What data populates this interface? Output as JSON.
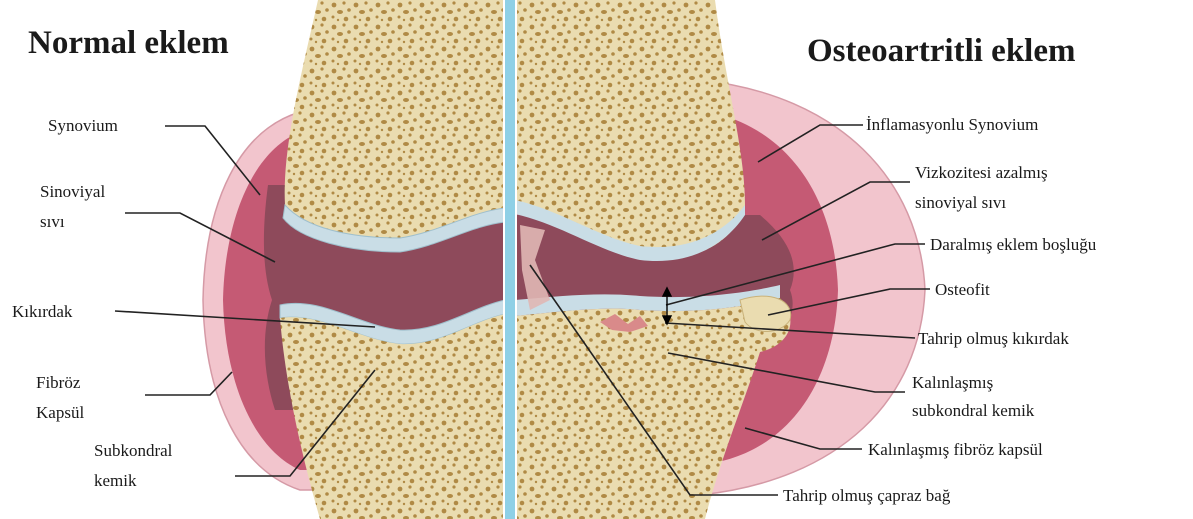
{
  "titles": {
    "left": "Normal eklem",
    "right": "Osteoartritli eklem"
  },
  "labels_left": {
    "synovium": "Synovium",
    "fluid_1": "Sinoviyal",
    "fluid_2": "sıvı",
    "cartilage": "Kıkırdak",
    "capsule_1": "Fibröz",
    "capsule_2": "Kapsül",
    "bone_1": "Subkondral",
    "bone_2": "kemik"
  },
  "labels_right": {
    "inflamed_synovium": "İnflamasyonlu Synovium",
    "fluid_1": "Vizkozitesi azalmış",
    "fluid_2": "sinoviyal sıvı",
    "narrowed_space": "Daralmış eklem boşluğu",
    "osteophyte": "Osteofit",
    "damaged_cartilage": "Tahrip olmuş kıkırdak",
    "thick_bone_1": "Kalınlaşmış",
    "thick_bone_2": "subkondral kemik",
    "thick_capsule": "Kalınlaşmış fibröz kapsül",
    "torn_ligament": "Tahrip olmuş çapraz bağ"
  },
  "colors": {
    "bone": "#eadcb0",
    "bone_spots": "#b08a45",
    "cartilage": "#c9dde6",
    "fluid": "#8e4a5b",
    "synovium": "#c55a74",
    "capsule": "#f2c5cd",
    "divider": "#8fd0e6",
    "leader_line": "#222222"
  }
}
